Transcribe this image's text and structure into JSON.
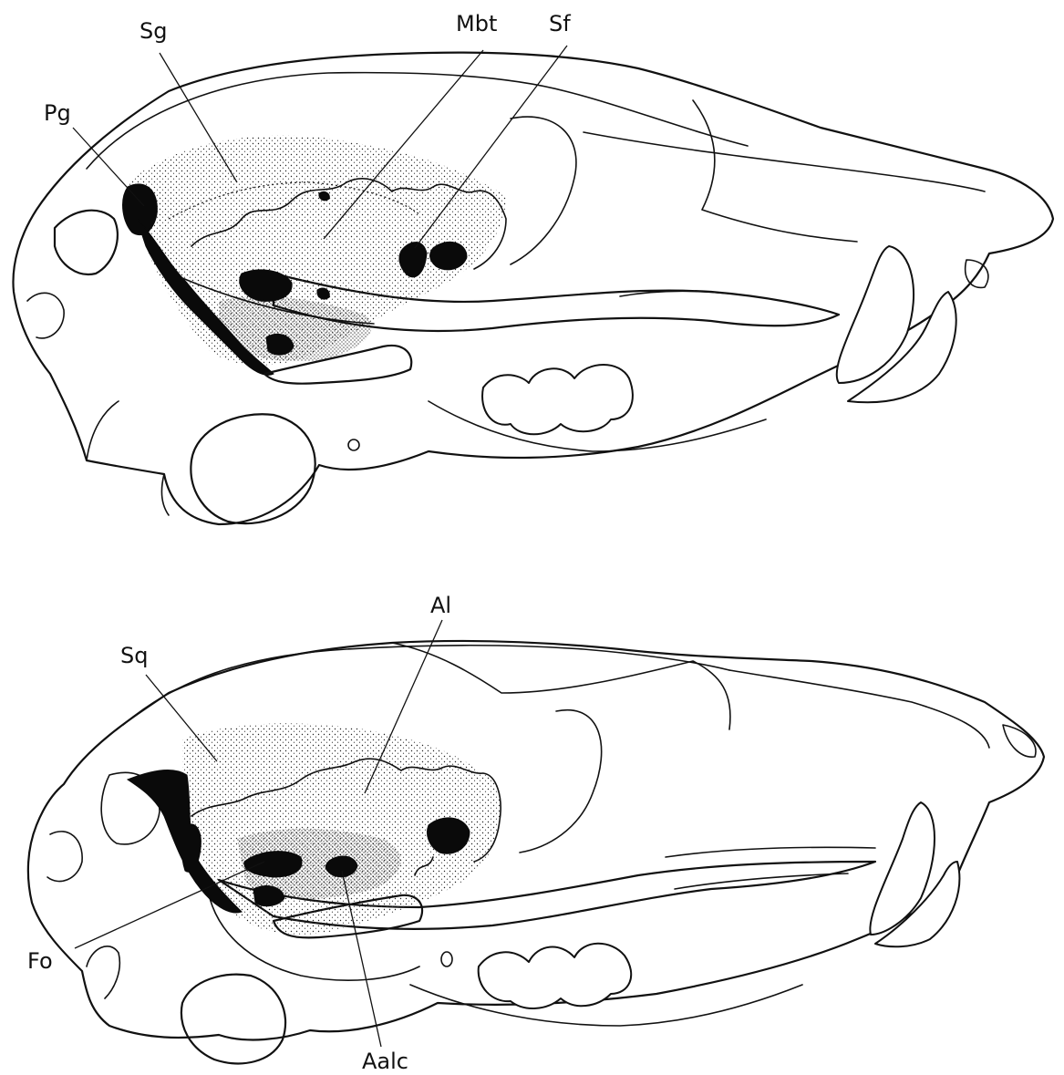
{
  "figure": {
    "top_skull_labels": {
      "pg": "Pg",
      "sg": "Sg",
      "mbt": "Mbt",
      "sf": "Sf"
    },
    "bottom_skull_labels": {
      "sq": "Sq",
      "al": "Al",
      "fo": "Fo",
      "aalc": "Aalc"
    }
  }
}
